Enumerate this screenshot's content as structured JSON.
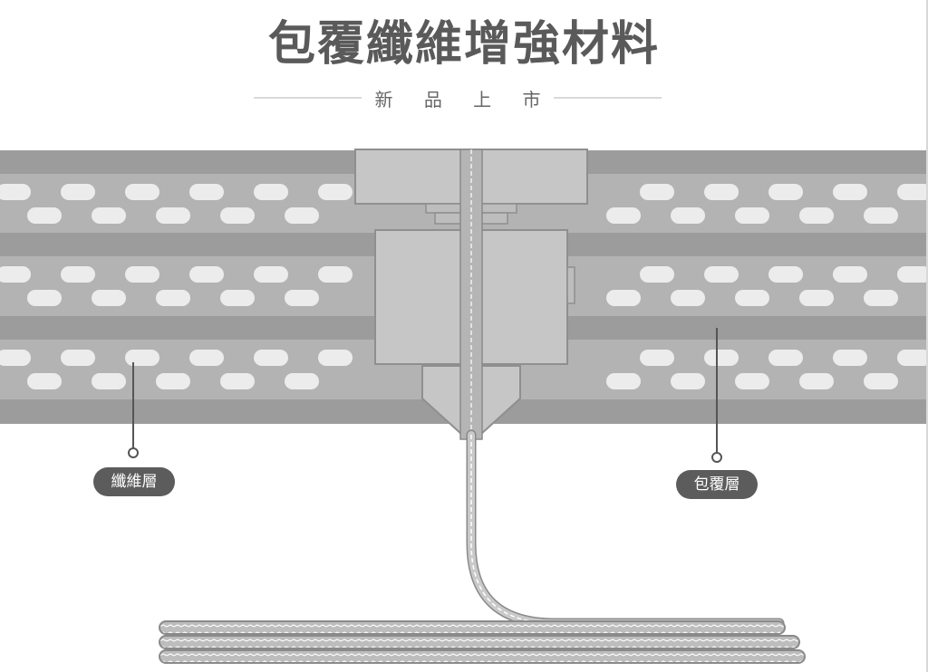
{
  "title": "包覆纖維增強材料",
  "subtitle": "新 品 上 市",
  "labels": {
    "fiber_layer": "纖維層",
    "coating_layer": "包覆層"
  },
  "colors": {
    "title_text": "#5a5a5a",
    "band_dark": "#999999",
    "band_light": "#b3b3b3",
    "hole": "#ececec",
    "nozzle_fill": "#c8c8c8",
    "nozzle_stroke": "#8a8a8a",
    "label_bg": "#5c5c5c",
    "label_text": "#ffffff"
  },
  "icons": [
    "extruder-nozzle-icon",
    "filament-icon",
    "printed-layers-icon"
  ]
}
